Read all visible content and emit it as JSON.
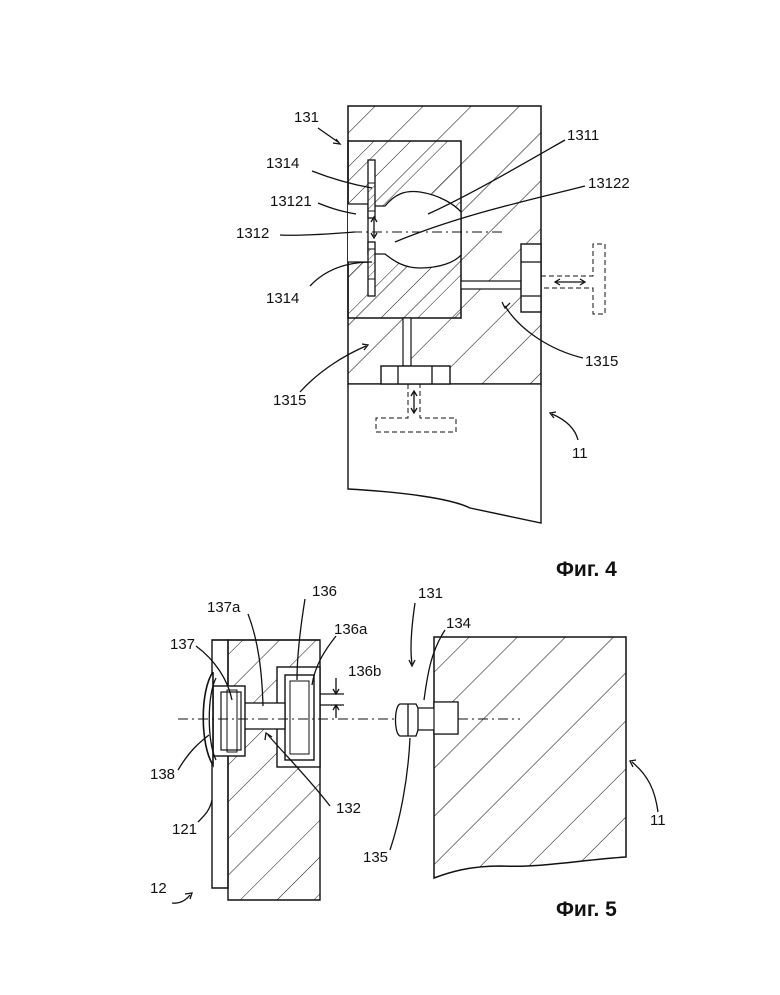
{
  "figures": [
    {
      "id": "fig4",
      "caption": "Фиг. 4"
    },
    {
      "id": "fig5",
      "caption": "Фиг. 5"
    }
  ],
  "labels": {
    "fig4": [
      "131",
      "1314",
      "13121",
      "1312",
      "1314",
      "1311",
      "13122",
      "1315",
      "1315",
      "11"
    ],
    "fig5": [
      "137a",
      "136",
      "136a",
      "137",
      "136b",
      "138",
      "121",
      "132",
      "12",
      "131",
      "134",
      "135",
      "11"
    ]
  }
}
